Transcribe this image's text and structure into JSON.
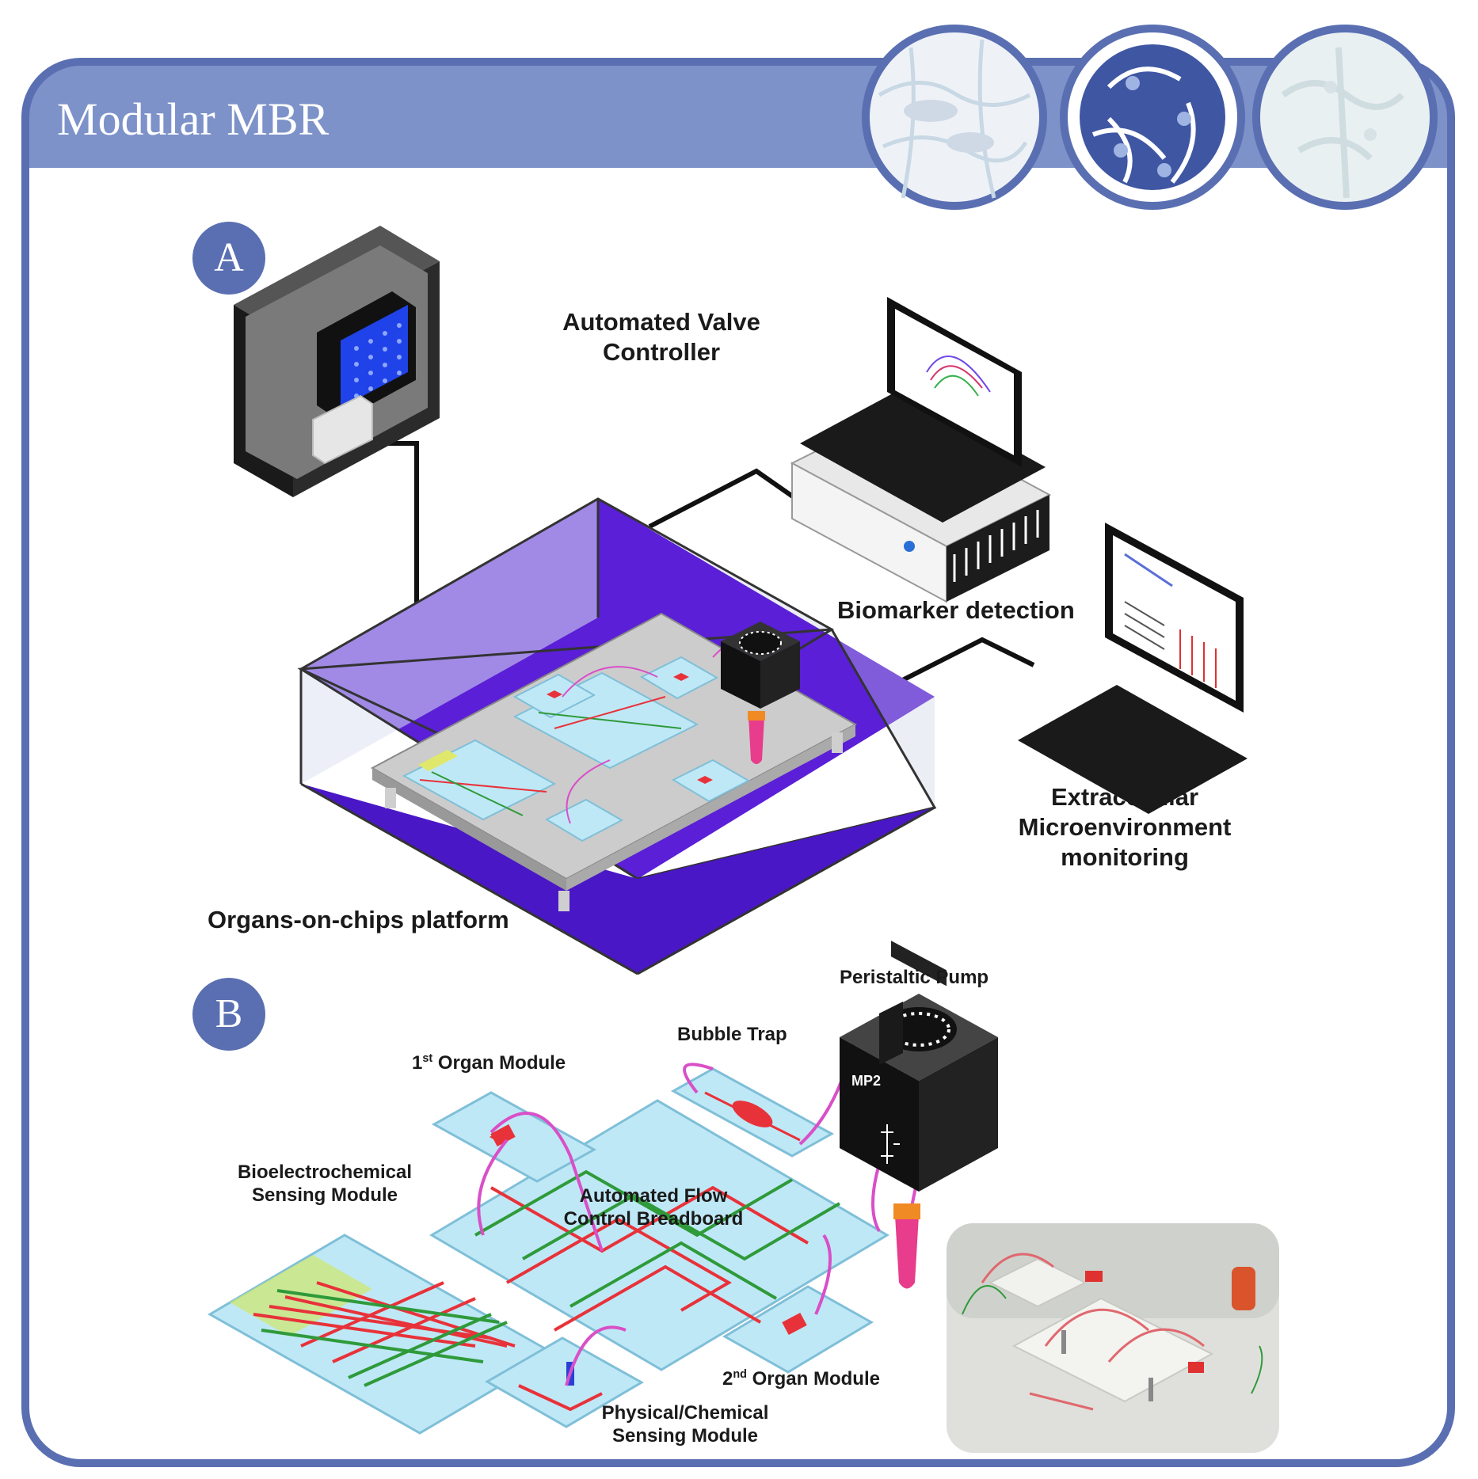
{
  "header": {
    "title": "Modular MBR"
  },
  "panel_a": {
    "badge": "A",
    "labels": {
      "valve_controller": [
        "Automated Valve",
        "Controller"
      ],
      "biomarker": "Biomarker detection",
      "extracellular": [
        "Extracellular",
        "Microenvironment",
        "monitoring"
      ],
      "platform": "Organs-on-chips platform"
    }
  },
  "panel_b": {
    "badge": "B",
    "labels": {
      "pump": "Peristaltic Pump",
      "bubble": "Bubble Trap",
      "organ1": {
        "pre": "1",
        "sup": "st",
        "post": " Organ Module"
      },
      "bioelectro": [
        "Bioelectrochemical",
        "Sensing Module"
      ],
      "breadboard": [
        "Automated Flow",
        "Control Breadboard"
      ],
      "organ2": {
        "pre": "2",
        "sup": "nd",
        "post": " Organ Module"
      },
      "physchem": [
        "Physical/Chemical",
        "Sensing Module"
      ],
      "pump_text": "MP2"
    }
  },
  "colors": {
    "frame": "#5a6fb2",
    "header_band": "#7d92c9",
    "chamber_floor": "#5a1fd6",
    "module": "#bfe8f6",
    "channel_red": "#e8323a",
    "channel_green": "#2f9a3a",
    "tube": "#d94fc8"
  }
}
